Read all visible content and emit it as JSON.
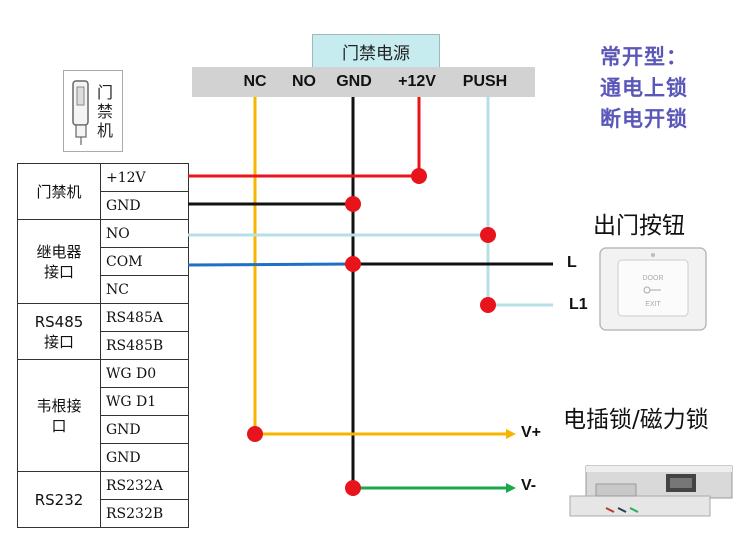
{
  "psu": {
    "title": "门禁电源",
    "terminals": [
      "NC",
      "NO",
      "GND",
      "+12V",
      "PUSH"
    ]
  },
  "note": {
    "lines": [
      "常开型：",
      "通电上锁",
      "断电开锁"
    ]
  },
  "reader": {
    "label_lines": [
      "门",
      "禁",
      "机"
    ]
  },
  "table": {
    "groups": [
      {
        "name": "门禁机",
        "pins": [
          "+12V",
          "GND"
        ]
      },
      {
        "name": "继电器接口",
        "pins": [
          "NO",
          "COM",
          "NC"
        ]
      },
      {
        "name": "RS485接口",
        "pins": [
          "RS485A",
          "RS485B"
        ]
      },
      {
        "name": "韦根接口",
        "pins": [
          "WG D0",
          "WG D1",
          "GND",
          "GND"
        ]
      },
      {
        "name": "RS232",
        "pins": [
          "RS232A",
          "RS232B"
        ]
      }
    ]
  },
  "wire_labels": {
    "l": "L",
    "l1": "L1",
    "vplus": "V+",
    "vminus": "V-"
  },
  "exit_button": {
    "title": "出门按钮",
    "plate_top": "DOOR",
    "plate_bottom": "EXIT"
  },
  "lock": {
    "title": "电插锁/磁力锁"
  },
  "colors": {
    "red": "#e8141b",
    "black": "#111111",
    "yellow": "#f7b500",
    "light_blue": "#b7dfe6",
    "blue": "#1f6fc5",
    "green": "#19a84a",
    "note": "#5a57b8"
  }
}
